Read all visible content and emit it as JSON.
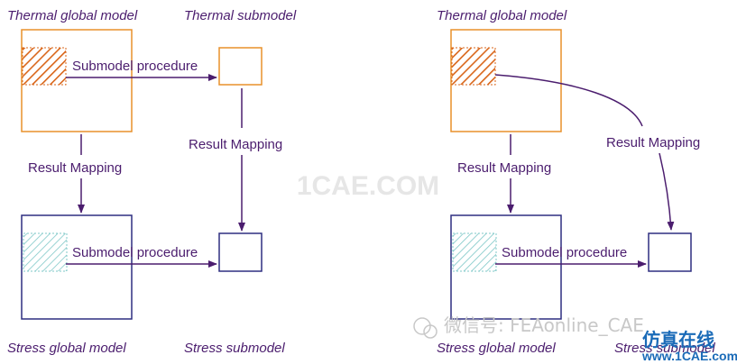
{
  "colors": {
    "thermal": "#e8902a",
    "stress": "#2e2f80",
    "arrow": "#4b1d6e",
    "thermal_hatch": "#d9661a",
    "stress_hatch": "#7fc8c8",
    "watermark_blue": "#1a6bb8"
  },
  "left": {
    "thermal_global_title": "Thermal global model",
    "thermal_sub_title": "Thermal submodel",
    "stress_global_title": "Stress global model",
    "stress_sub_title": "Stress submodel",
    "top_procedure_label": "Submodel procedure",
    "bottom_procedure_label": "Submodel procedure",
    "mapping_left_label": "Result Mapping",
    "mapping_right_label": "Result Mapping"
  },
  "right": {
    "thermal_global_title": "Thermal global model",
    "stress_global_title": "Stress global model",
    "stress_sub_title": "Stress submodel",
    "bottom_procedure_label": "Submodel procedure",
    "mapping_left_label": "Result Mapping",
    "mapping_curve_label": "Result Mapping"
  },
  "watermark": {
    "center": "1CAE.COM",
    "wechat": "微信号: FEAonline_CAE",
    "site": "www.1CAE.com",
    "cn": "仿真在线"
  }
}
